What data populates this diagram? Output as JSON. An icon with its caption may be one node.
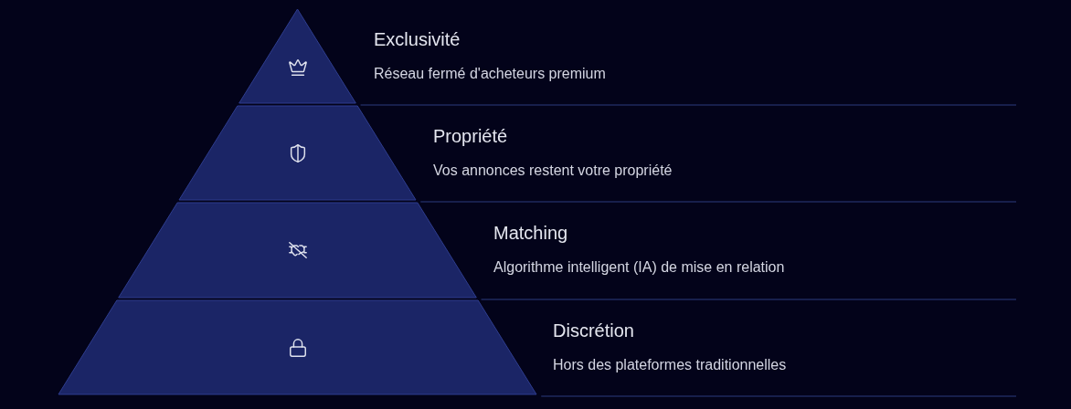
{
  "diagram": {
    "nodes": [
      {
        "text": [
          "Exclusivité",
          "Réseau fermé d'acheteurs premium"
        ]
      },
      {
        "text": [
          "Propriété",
          "Vos annonces restent votre propriété"
        ]
      },
      {
        "text": [
          "Matching",
          "Algorithme intelligent (IA) de mise en relation"
        ]
      },
      {
        "text": [
          "Discrétion",
          "Hors des plateformes traditionnelles"
        ]
      }
    ]
  }
}
